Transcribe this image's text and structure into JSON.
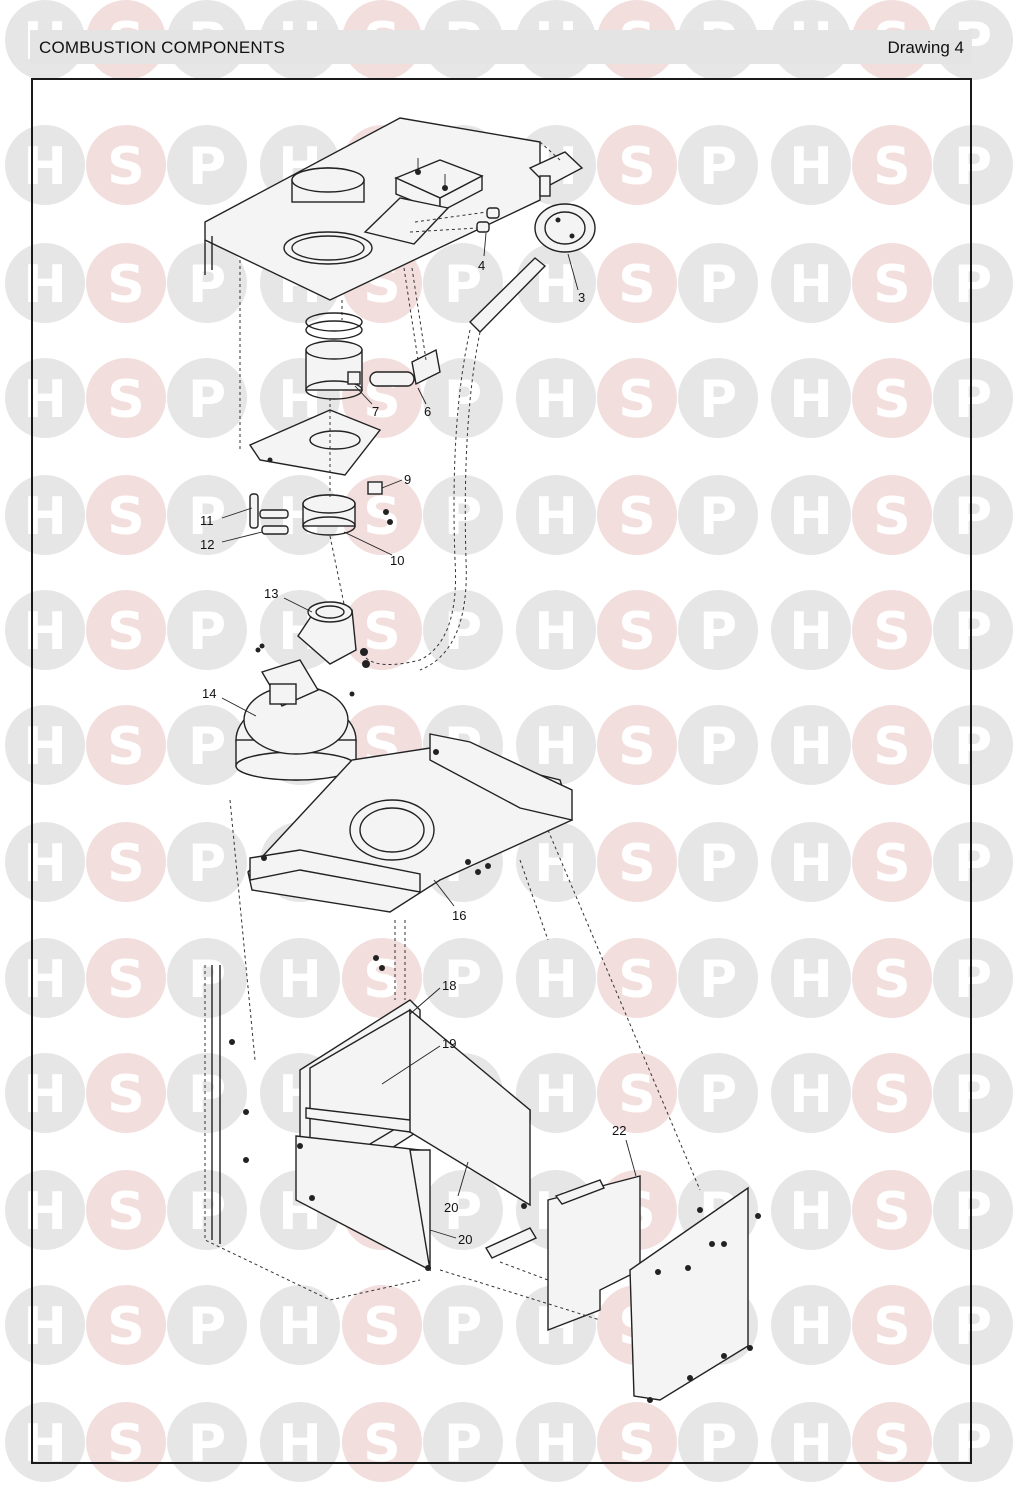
{
  "header": {
    "title": "COMBUSTION COMPONENTS",
    "drawing": "Drawing 4"
  },
  "watermark": {
    "letters": [
      "H",
      "S",
      "P"
    ],
    "colors": {
      "circle": "#e6e6e6",
      "circle_s": "#f3dede",
      "letter": "#ffffff"
    }
  },
  "callouts": {
    "c3": "3",
    "c4": "4",
    "c6": "6",
    "c7": "7",
    "c9": "9",
    "c10": "10",
    "c11": "11",
    "c12": "12",
    "c13": "13",
    "c14": "14",
    "c16": "16",
    "c18": "18",
    "c19": "19",
    "c20a": "20",
    "c20b": "20",
    "c22": "22"
  }
}
